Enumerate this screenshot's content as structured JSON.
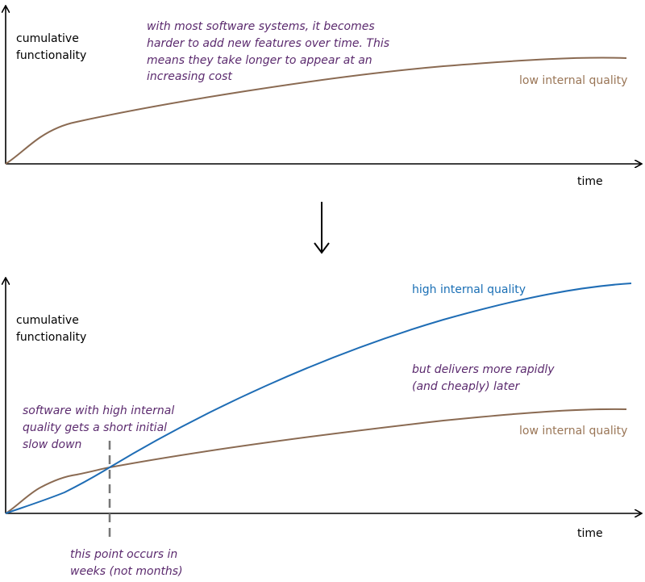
{
  "colors": {
    "low_quality": "#8a6a52",
    "high_quality": "#1f6db5",
    "annotation": "#5b2a6e",
    "axis": "#000000",
    "marker": "#777777"
  },
  "top_chart": {
    "y_axis_label": [
      "cumulative",
      "functionality"
    ],
    "x_axis_label": "time",
    "note": [
      "with most software systems, it becomes",
      "harder to add new features over time. This",
      "means they take longer to appear at an",
      "increasing cost"
    ],
    "low_quality_label": "low internal quality"
  },
  "bottom_chart": {
    "y_axis_label": [
      "cumulative",
      "functionality"
    ],
    "x_axis_label": "time",
    "high_quality_label": "high internal quality",
    "low_quality_label": "low internal quality",
    "note_later": [
      "but delivers more rapidly",
      "(and cheaply) later"
    ],
    "note_initial": [
      "software with high internal",
      "quality gets a short initial",
      "slow down"
    ],
    "note_point": [
      "this point occurs in",
      "weeks (not months)"
    ]
  },
  "transition_icon": "down-arrow-icon"
}
